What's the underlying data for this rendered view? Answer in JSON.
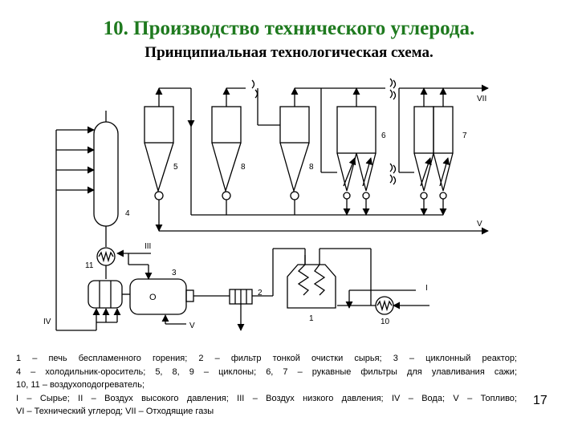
{
  "title": "10. Производство технического углерода.",
  "subtitle": "Принципиальная технологическая схема.",
  "diagram_labels": {
    "n1": "1",
    "n2": "2",
    "n3": "3",
    "n4": "4",
    "n5": "5",
    "n6": "6",
    "n7": "7",
    "n8a": "8",
    "n8b": "8",
    "n10": "10",
    "n11": "11",
    "s_I": "I",
    "s_III": "III",
    "s_IV": "IV",
    "s_V_mid": "V",
    "s_V_low": "V",
    "s_VII": "VII",
    "reactor_o": "O"
  },
  "caption": {
    "line1": "1 – печь беспламенного горения; 2 – фильтр тонкой очистки сырья; 3 – циклонный реактор;",
    "line2": "4 – холодильник-ороситель; 5, 8, 9 – циклоны; 6, 7 – рукавные фильтры для улавливания сажи;",
    "line3": "10, 11 – воздухоподогреватель;",
    "line4": "I – Сырье; II – Воздух высокого давления; III – Воздух низкого давления; IV – Вода; V – Топливо;",
    "line5": "VI – Технический углерод; VII – Отходящие газы"
  },
  "page_number": "17"
}
